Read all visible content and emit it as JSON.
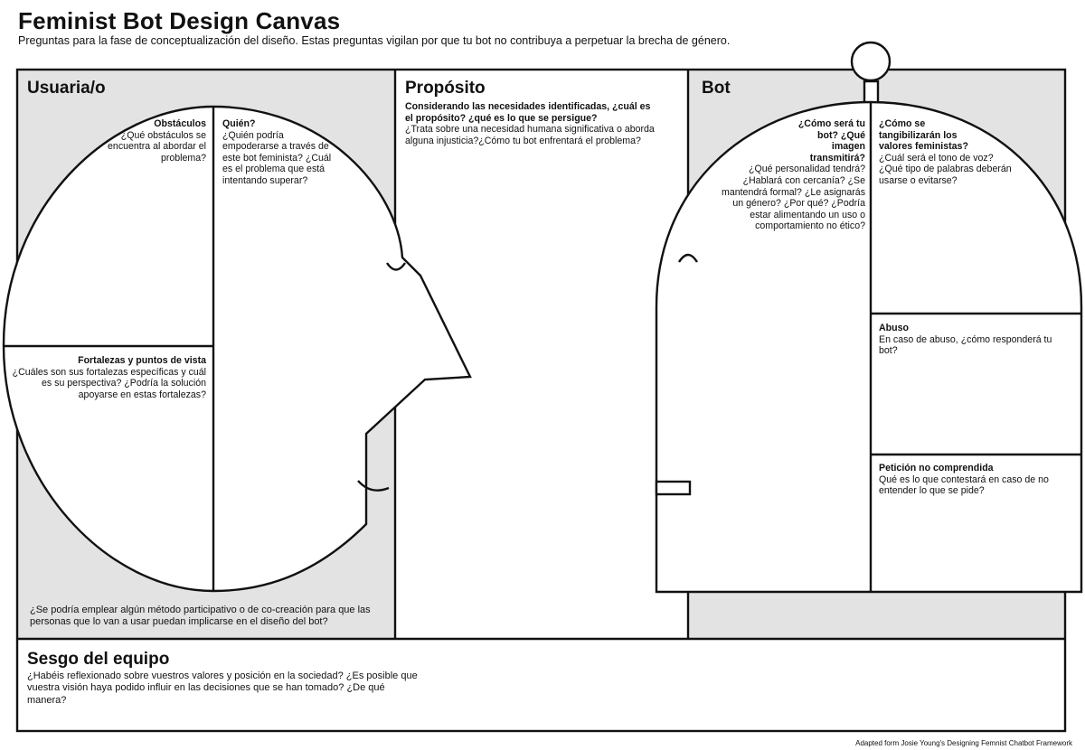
{
  "header": {
    "title": "Feminist Bot Design Canvas",
    "subtitle": "Preguntas para la fase de conceptualización del diseño. Estas preguntas vigilan por que tu bot no contribuya a perpetuar la brecha de género."
  },
  "sections": {
    "usuaria": "Usuaria/o",
    "proposito": "Propósito",
    "bot": "Bot",
    "sesgo": "Sesgo del equipo"
  },
  "usuaria": {
    "obstaculos": {
      "heading": "Obstáculos",
      "body": "¿Qué obstáculos se encuentra al abordar el problema?"
    },
    "quien": {
      "heading": "Quién?",
      "body": "¿Quién podría empoderarse a través de este bot feminista? ¿Cuál es el problema que está intentando superar?"
    },
    "fortalezas": {
      "heading": "Fortalezas y puntos de vista",
      "body": "¿Cuáles son sus fortalezas específicas y cuál es su perspectiva? ¿Podría la solución apoyarse en estas fortalezas?"
    },
    "participativo": "¿Se podría emplear algún método participativo o de co-creación para que las personas que lo van a usar puedan implicarse en el diseño del bot?"
  },
  "proposito": {
    "heading": "Considerando las necesidades identificadas, ¿cuál es el propósito? ¿qué es lo que se persigue?",
    "body": "¿Trata sobre una necesidad humana significativa o aborda alguna injusticia?¿Cómo tu bot enfrentará el problema?"
  },
  "bot": {
    "imagen": {
      "heading": "¿Cómo será tu bot? ¿Qué imagen transmitirá?",
      "body": "¿Qué personalidad tendrá? ¿Hablará con cercanía? ¿Se mantendrá formal? ¿Le asignarás un género? ¿Por qué? ¿Podría estar alimentando un uso o comportamiento no ético?"
    },
    "valores": {
      "heading": "¿Cómo se tangibilizarán los valores feministas?",
      "body": "¿Cuál será el tono de voz? ¿Qué tipo de palabras deberán usarse o evitarse?"
    },
    "abuso": {
      "heading": "Abuso",
      "body": "En caso de abuso, ¿cómo responderá tu bot?"
    },
    "peticion": {
      "heading": "Petición no comprendida",
      "body": "Qué es lo que contestará en caso de no entender lo que se pide?"
    }
  },
  "sesgo": {
    "body": "¿Habéis reflexionado sobre vuestros valores y posición en la sociedad? ¿Es posible que vuestra visión haya podido influir en las decisiones que se han tomado? ¿De qué manera?"
  },
  "footer": "Adapted form Josie Young's Designing Femnist Chatbot Framework",
  "colors": {
    "panel_gray": "#e3e3e3",
    "line": "#111111",
    "paper": "#ffffff"
  }
}
